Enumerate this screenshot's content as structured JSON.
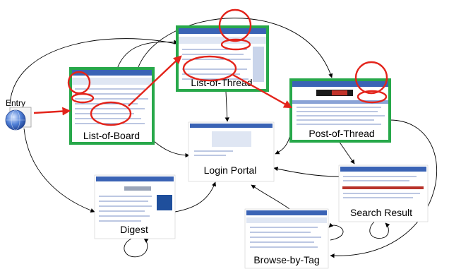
{
  "nodes": {
    "entry": {
      "label": "Entry",
      "icon": "globe-icon"
    },
    "list_of_board": {
      "label": "List-of-Board"
    },
    "list_of_thread": {
      "label": "List-of-Thread"
    },
    "post_of_thread": {
      "label": "Post-of-Thread"
    },
    "login_portal": {
      "label": "Login Portal"
    },
    "digest": {
      "label": "Digest"
    },
    "search_result": {
      "label": "Search Result"
    },
    "browse_by_tag": {
      "label": "Browse-by-Tag"
    }
  },
  "colors": {
    "highlight_frame": "#27a84a",
    "highlight_path": "#e3241b",
    "edge": "#000000",
    "thumb_header": "#3a63b5"
  }
}
